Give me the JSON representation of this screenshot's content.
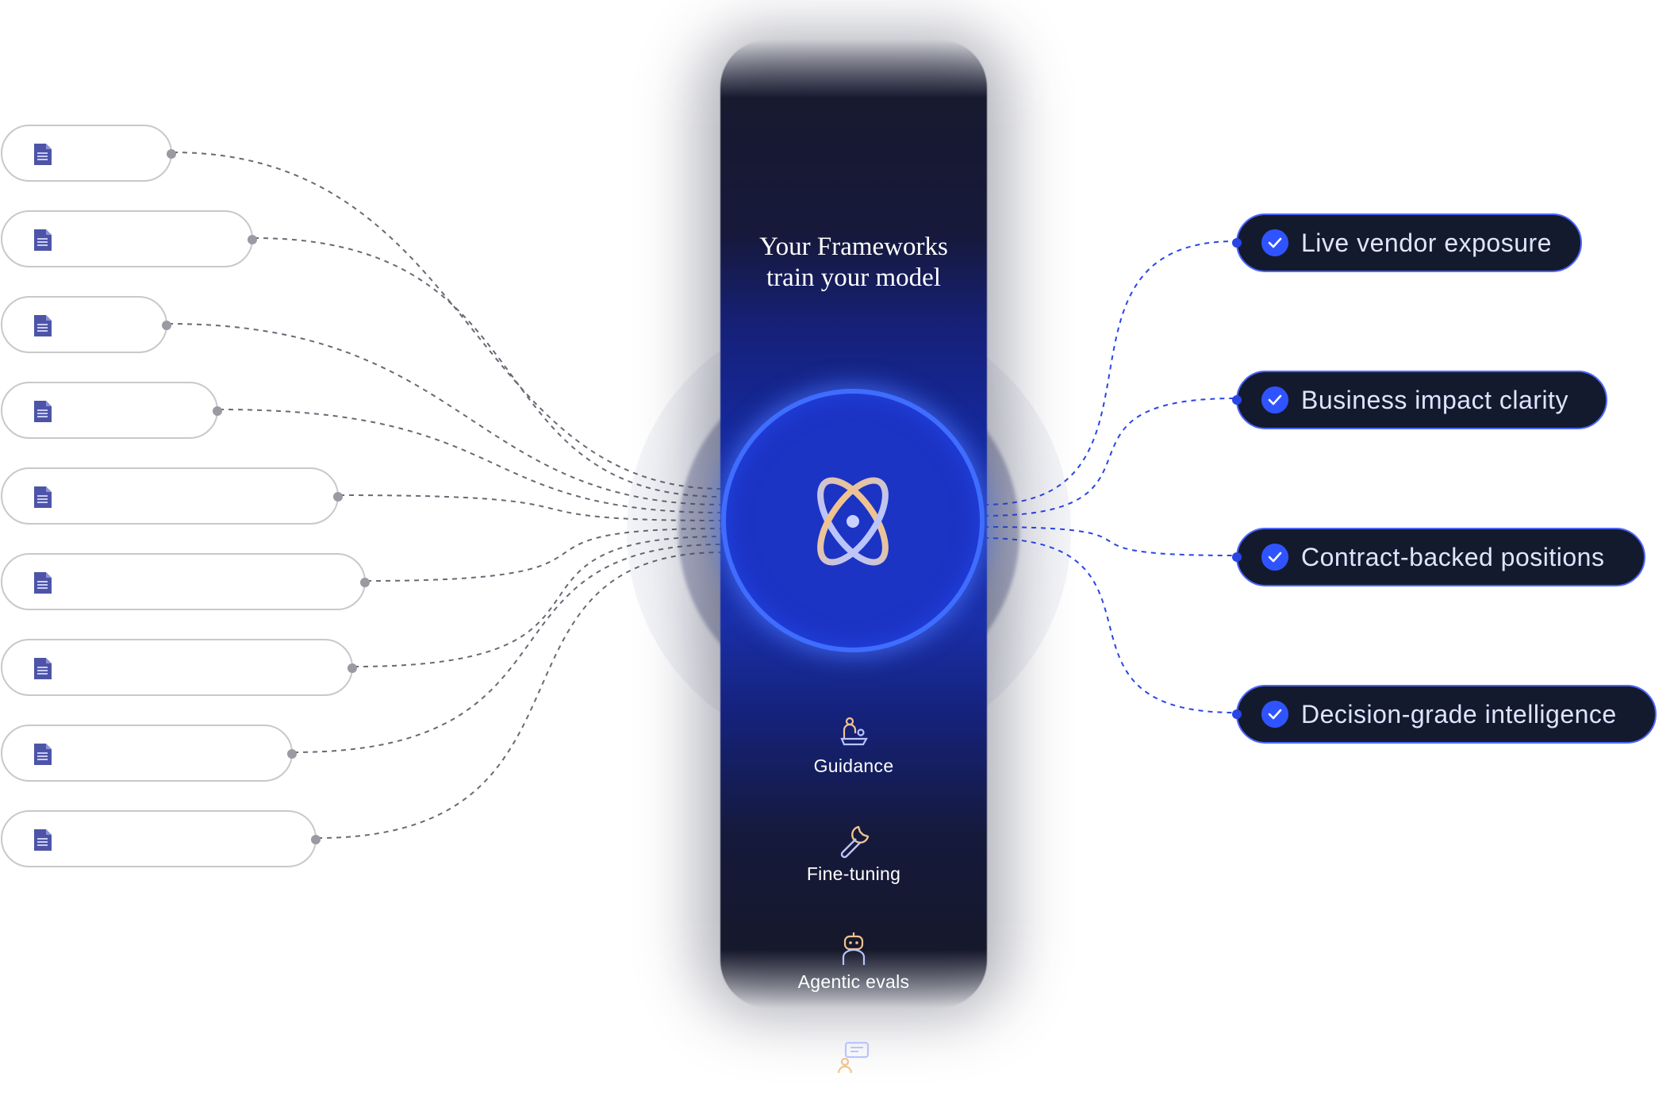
{
  "column": {
    "title_line1": "Your Frameworks",
    "title_line2": "train your model"
  },
  "capabilities": [
    {
      "label": "Guidance",
      "icon": "person-laptop-icon"
    },
    {
      "label": "Fine-tuning",
      "icon": "wrench-icon"
    },
    {
      "label": "Agentic evals",
      "icon": "robot-icon"
    },
    {
      "label": "",
      "icon": "chat-person-icon"
    }
  ],
  "sources": [
    {
      "icon": "document-icon"
    },
    {
      "icon": "document-icon"
    },
    {
      "icon": "document-icon"
    },
    {
      "icon": "document-icon"
    },
    {
      "icon": "document-icon"
    },
    {
      "icon": "document-icon"
    },
    {
      "icon": "document-icon"
    },
    {
      "icon": "document-icon"
    },
    {
      "icon": "document-icon"
    }
  ],
  "outcomes": [
    {
      "label": "Live vendor exposure",
      "icon": "check-icon"
    },
    {
      "label": "Business impact clarity",
      "icon": "check-icon"
    },
    {
      "label": "Contract-backed positions",
      "icon": "check-icon"
    },
    {
      "label": "Decision-grade intelligence",
      "icon": "check-icon"
    }
  ],
  "colors": {
    "accent": "#2f54ff",
    "column_dark": "#16182b",
    "column_blue": "#1a2fa8",
    "wire_left": "#555a66",
    "wire_right": "#2a45e6",
    "atom_gold": "#f0c38e",
    "atom_lilac": "#b9c4ff"
  }
}
